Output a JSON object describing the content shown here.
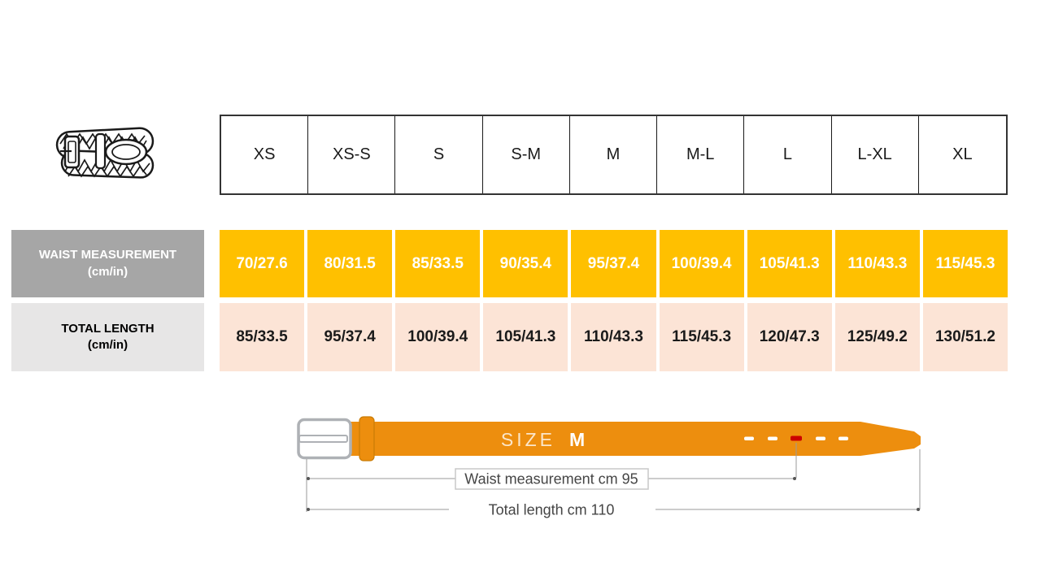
{
  "product_icon": "braided-belt",
  "size_chart": {
    "sizes": [
      "XS",
      "XS-S",
      "S",
      "S-M",
      "M",
      "M-L",
      "L",
      "L-XL",
      "XL"
    ],
    "rows": [
      {
        "label": "WAIST MEASUREMENT",
        "unit": "(cm/in)",
        "values": [
          "70/27.6",
          "80/31.5",
          "85/33.5",
          "90/35.4",
          "95/37.4",
          "100/39.4",
          "105/41.3",
          "110/43.3",
          "115/45.3"
        ],
        "label_bg": "#A6A6A6",
        "cell_bg": "#FFC000",
        "text_color": "#FFFFFF"
      },
      {
        "label": "TOTAL LENGTH",
        "unit": "(cm/in)",
        "values": [
          "85/33.5",
          "95/37.4",
          "100/39.4",
          "105/41.3",
          "110/43.3",
          "115/45.3",
          "120/47.3",
          "125/49.2",
          "130/51.2"
        ],
        "label_bg": "#E7E6E6",
        "cell_bg": "#FCE4D6",
        "text_color": "#000000"
      }
    ]
  },
  "diagram": {
    "size_label": "SIZE",
    "size_value": "M",
    "waist_annotation": "Waist measurement cm 95",
    "length_annotation": "Total length cm 110",
    "belt_color": "#ED8E0E",
    "highlight_hole_color": "#CC0000",
    "buckle_color": "#AEB1B5",
    "guide_line_color": "#9A9A9A"
  },
  "chart_data": {
    "type": "table",
    "title": "Belt size chart (cm/in)",
    "categories": [
      "XS",
      "XS-S",
      "S",
      "S-M",
      "M",
      "M-L",
      "L",
      "L-XL",
      "XL"
    ],
    "series": [
      {
        "name": "Waist measurement (cm/in)",
        "values": [
          "70/27.6",
          "80/31.5",
          "85/33.5",
          "90/35.4",
          "95/37.4",
          "100/39.4",
          "105/41.3",
          "110/43.3",
          "115/45.3"
        ]
      },
      {
        "name": "Total length (cm/in)",
        "values": [
          "85/33.5",
          "95/37.4",
          "100/39.4",
          "105/41.3",
          "110/43.3",
          "115/45.3",
          "120/47.3",
          "125/49.2",
          "130/51.2"
        ]
      }
    ],
    "annotations": [
      "SIZE M",
      "Waist measurement cm 95",
      "Total length cm 110"
    ]
  }
}
